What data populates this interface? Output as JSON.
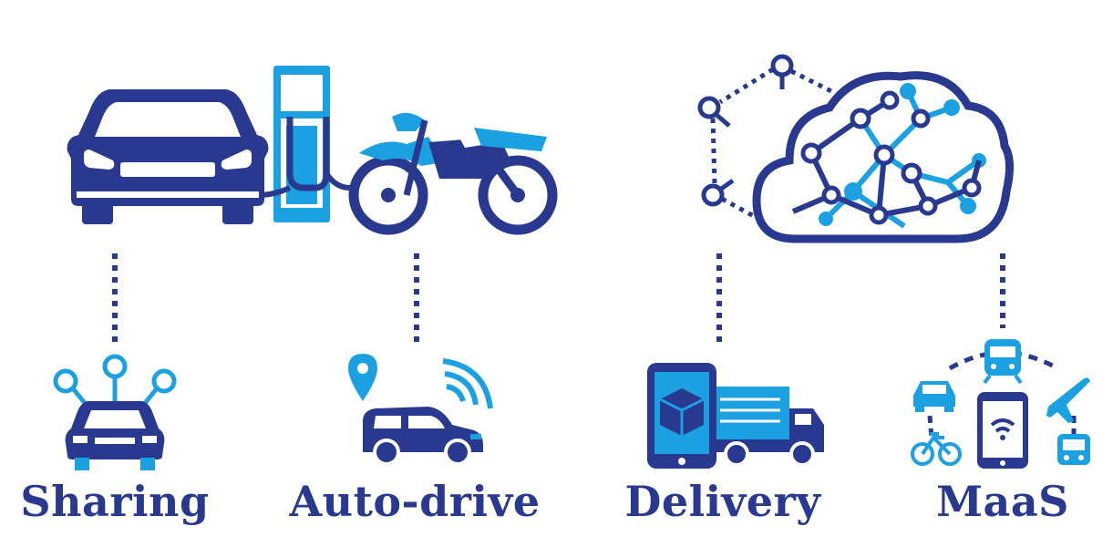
{
  "colors": {
    "navy": "#2a3990",
    "blue": "#1ba1e2",
    "white": "#ffffff"
  },
  "labels": {
    "sharing": "Sharing",
    "autodrive": "Auto-drive",
    "delivery": "Delivery",
    "maas": "MaaS"
  },
  "icons": {
    "car": "car-icon",
    "charger": "charging-station-icon",
    "motorcycle": "motorcycle-icon",
    "cloud": "cloud-network-icon",
    "sharing": "shared-car-icon",
    "autodrive": "autonomous-car-icon",
    "delivery": "delivery-truck-icon",
    "maas": "mobility-service-icon"
  }
}
